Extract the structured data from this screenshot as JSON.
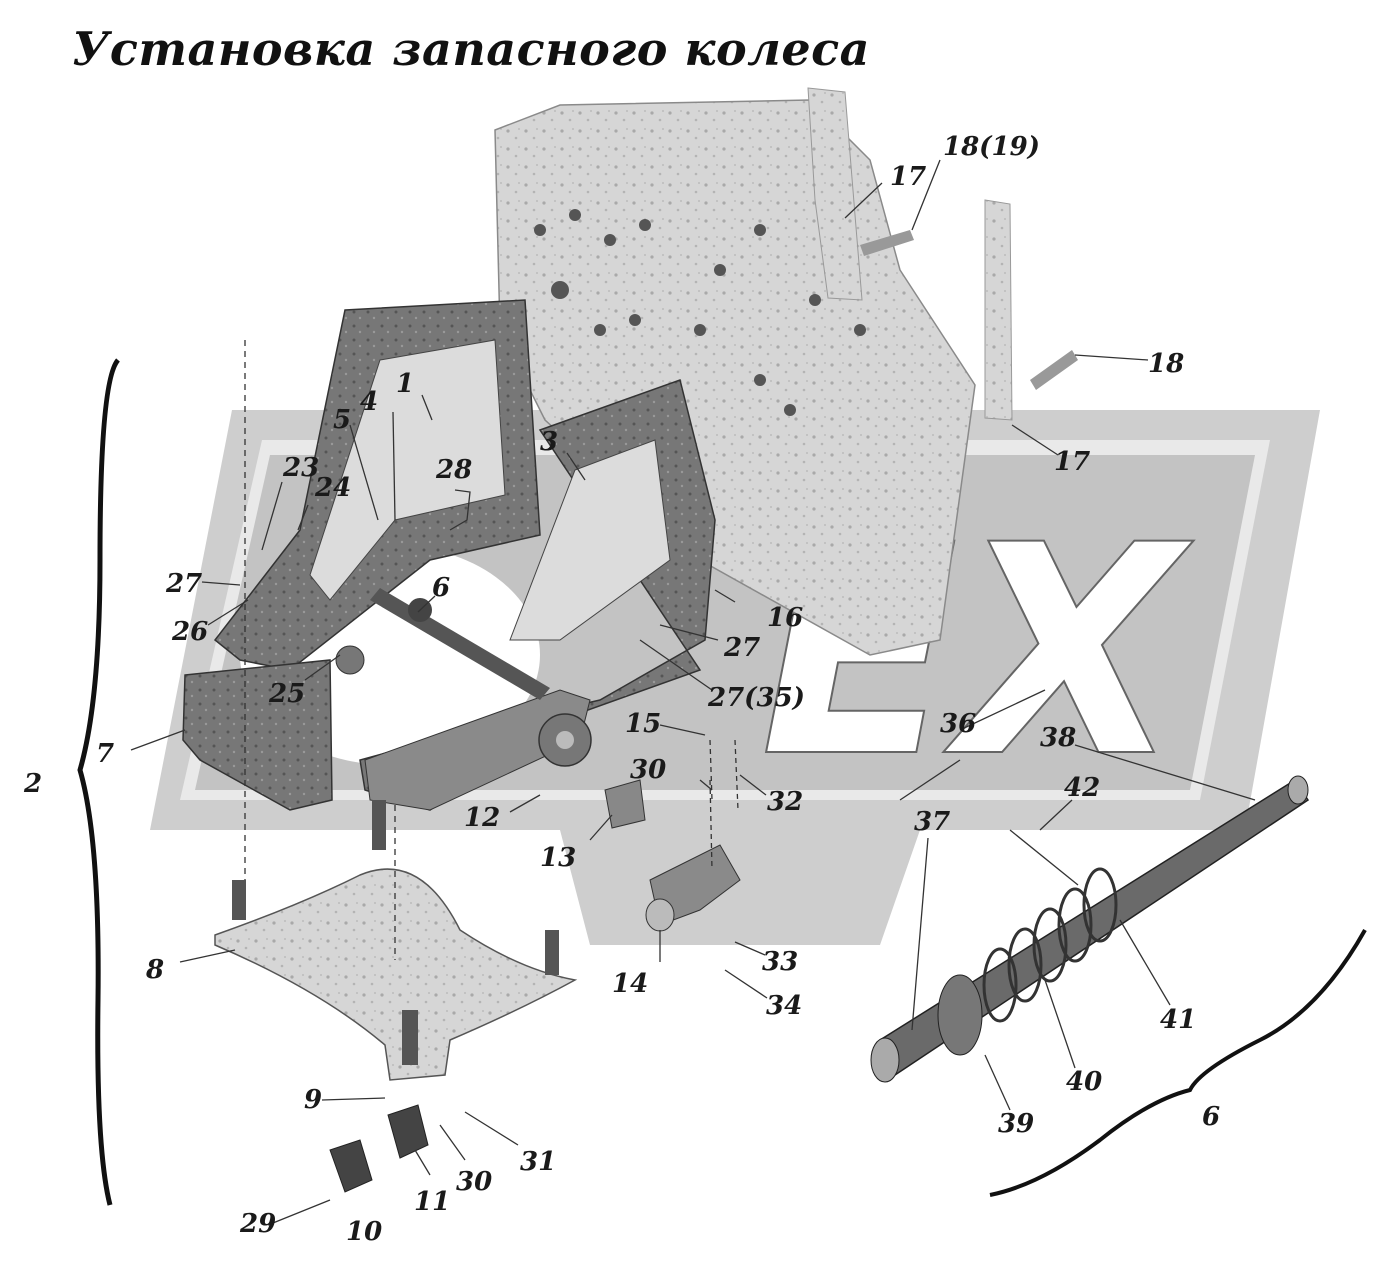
{
  "title": "Установка запасного колеса",
  "watermark": "EX",
  "labels": {
    "l1": "1",
    "l2": "2",
    "l3": "3",
    "l4": "4",
    "l5": "5",
    "l6a": "6",
    "l6b": "6",
    "l7": "7",
    "l8": "8",
    "l9": "9",
    "l10": "10",
    "l11": "11",
    "l12": "12",
    "l13": "13",
    "l14": "14",
    "l15": "15",
    "l16": "16",
    "l17a": "17",
    "l17b": "17",
    "l18": "18",
    "l18_19": "18(19)",
    "l23": "23",
    "l24": "24",
    "l25": "25",
    "l26": "26",
    "l27a": "27",
    "l27b": "27",
    "l27_35": "27(35)",
    "l28": "28",
    "l29": "29",
    "l30a": "30",
    "l30b": "30",
    "l31": "31",
    "l32": "32",
    "l33": "33",
    "l34": "34",
    "l36": "36",
    "l37": "37",
    "l38": "38",
    "l39": "39",
    "l40": "40",
    "l41": "41",
    "l42": "42"
  },
  "colors": {
    "watermark": "#c9c9c9",
    "metal_light": "#d4d4d4",
    "metal_dark": "#6e6e6e",
    "ink": "#1a1a1a"
  }
}
